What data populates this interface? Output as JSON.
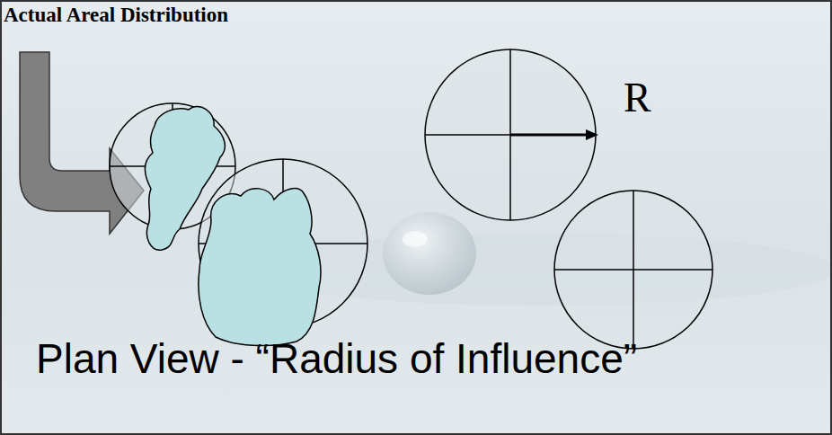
{
  "diagram": {
    "caption": "Plan View - “Radius of Influence”",
    "labels": [
      "Actual Areal Distribution",
      "R"
    ]
  }
}
